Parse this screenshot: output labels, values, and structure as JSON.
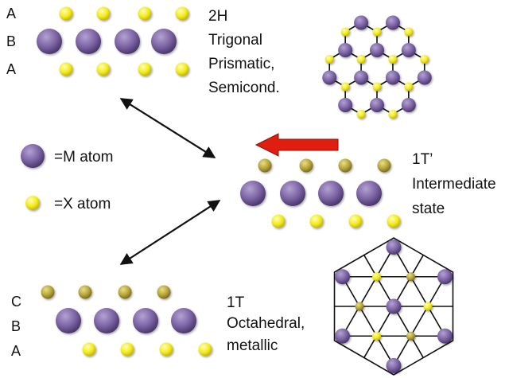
{
  "colors": {
    "m_atom": "#7b62a3",
    "x_atom": "#f3ec17",
    "x_atom_rear": "#b6a43a",
    "arrow": "#e01e10",
    "bond": "#111111"
  },
  "phases": {
    "h2": {
      "stacking": [
        "A",
        "B",
        "A"
      ],
      "label": [
        "2H",
        "Trigonal",
        "Prismatic,",
        "Semicond."
      ]
    },
    "t1_prime": {
      "label": [
        "1T’",
        "Intermediate",
        "state"
      ]
    },
    "t1": {
      "stacking": [
        "C",
        "B",
        "A"
      ],
      "label": [
        "1T",
        "Octahedral,",
        "metallic"
      ]
    }
  },
  "legend": {
    "m_atom": "=M atom",
    "x_atom": "=X atom"
  },
  "icons": [
    "m-atom-icon",
    "x-atom-icon",
    "red-left-arrow",
    "double-headed-arrow"
  ]
}
